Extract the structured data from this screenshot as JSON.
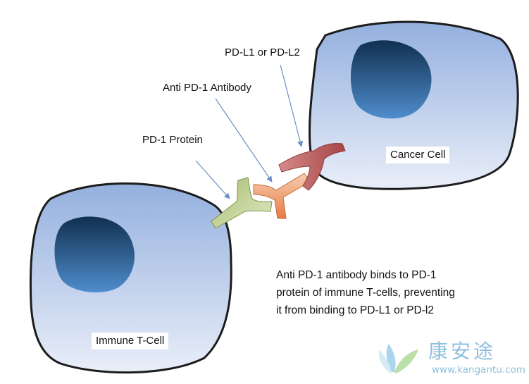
{
  "labels": {
    "pd_l1_l2": "PD-L1 or PD-L2",
    "antibody": "Anti PD-1 Antibody",
    "pd1_protein": "PD-1 Protein",
    "cancer_cell": "Cancer Cell",
    "immune_cell": "Immune T-Cell"
  },
  "caption": [
    "Anti PD-1 antibody binds to PD-1",
    "protein of immune T-cells, preventing",
    "it from binding to PD-L1 or PD-l2"
  ],
  "watermark": {
    "chinese": "康安途",
    "url": "www.kangantu.com"
  },
  "colors": {
    "cell_fill_top": "#9fb8e2",
    "cell_fill_bottom": "#e6ecf8",
    "cell_stroke": "#1c1c1c",
    "nucleus_dark": "#14365e",
    "nucleus_light": "#4a86c6",
    "pd1_protein": "#c3d49a",
    "antibody": "#f0ad88",
    "ligand": "#c06868",
    "arrow": "#6b8fc4"
  }
}
